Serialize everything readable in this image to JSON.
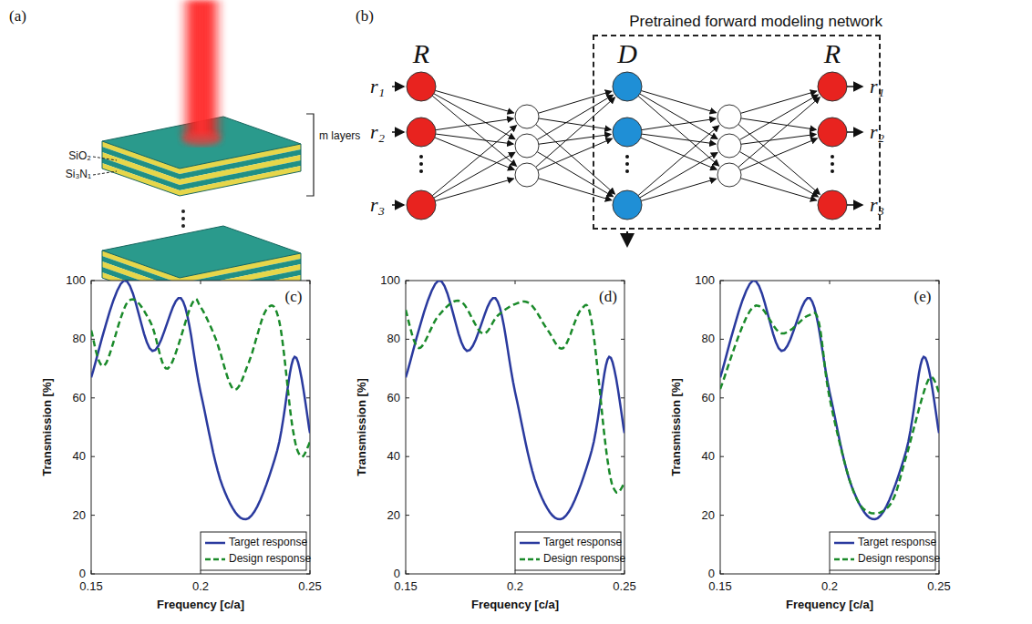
{
  "diagram": {
    "nodes": [
      {
        "text": [
          "Pretrained forward modeling network"
        ]
      }
    ],
    "labels": [
      "(a)",
      "SiO₂",
      "Si₃N₁",
      "m layers",
      "(b)",
      "R",
      "D",
      "R",
      "r₁",
      "r₂",
      "r₃",
      "r₁",
      "r₂",
      "r₃",
      "(c)",
      "0",
      "20",
      "40",
      "60",
      "80",
      "100",
      "Transmission [%]",
      "0.15",
      "0.2",
      "0.25",
      "Frequency [c/a]",
      "(d)",
      "0",
      "20",
      "40",
      "60",
      "80",
      "100",
      "Transmission [%]",
      "0.15",
      "0.2",
      "0.25",
      "Frequency [c/a]",
      "(e)",
      "0",
      "20",
      "40",
      "60",
      "80",
      "100",
      "Transmission [%]",
      "0.15",
      "0.2",
      "0.25",
      "Frequency [c/a]"
    ],
    "legend": [
      {
        "text": "Target response"
      },
      {
        "text": "Design response"
      },
      {
        "text": "Target response"
      },
      {
        "text": "Design response"
      },
      {
        "text": "Target response"
      },
      {
        "text": "Design response"
      }
    ]
  }
}
